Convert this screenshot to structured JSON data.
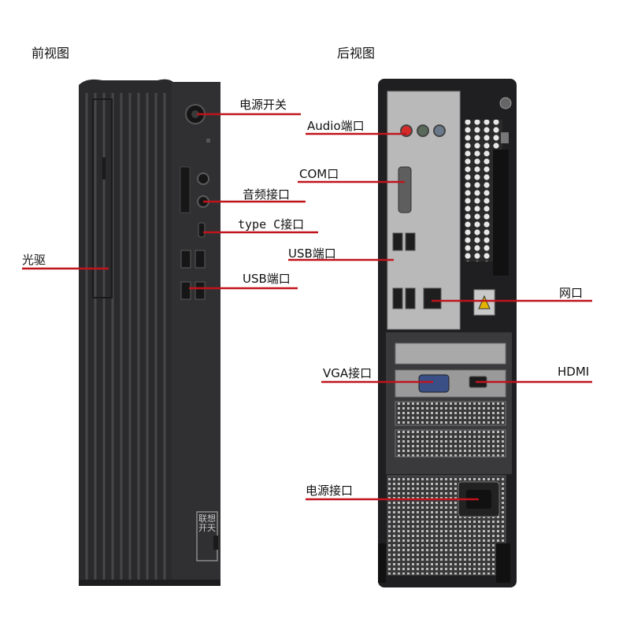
{
  "titles": {
    "front": "前视图",
    "back": "后视图"
  },
  "front_labels": {
    "power_switch": "电源开关",
    "audio_jack": "音频接口",
    "type_c": "type C接口",
    "usb": "USB端口",
    "optical_drive": "光驱"
  },
  "back_labels": {
    "audio": "Audio端口",
    "com": "COM口",
    "usb": "USB端口",
    "lan": "网口",
    "vga": "VGA接口",
    "hdmi": "HDMI",
    "power_in": "电源接口"
  },
  "brand_text": "联想开天",
  "colors": {
    "case": "#2e2e30",
    "case_dark": "#1c1c1e",
    "io_plate": "#b9b9b9",
    "leader_line": "#c0141c"
  }
}
